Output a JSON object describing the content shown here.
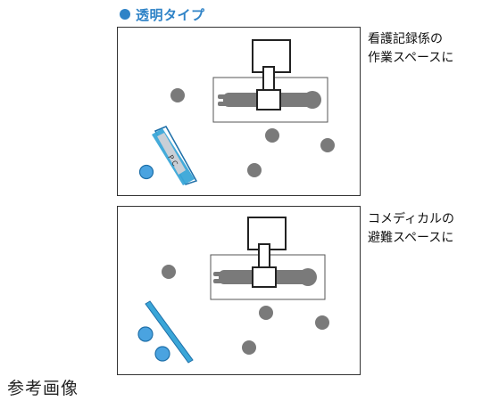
{
  "header": {
    "title": "透明タイプ",
    "accent": "#2f83c7"
  },
  "panels": [
    {
      "caption": "看護記録係の\n作業スペースに",
      "device_label": "P C"
    },
    {
      "caption": "コメディカルの\n避難スペースに"
    }
  ],
  "footer": {
    "caption": "参考画像"
  },
  "colors": {
    "person": "#7a7a7a",
    "chair": "#4aa3e0",
    "desk": "#3aa6d8",
    "pc": "#c9cfd6",
    "outline": "#333333"
  }
}
